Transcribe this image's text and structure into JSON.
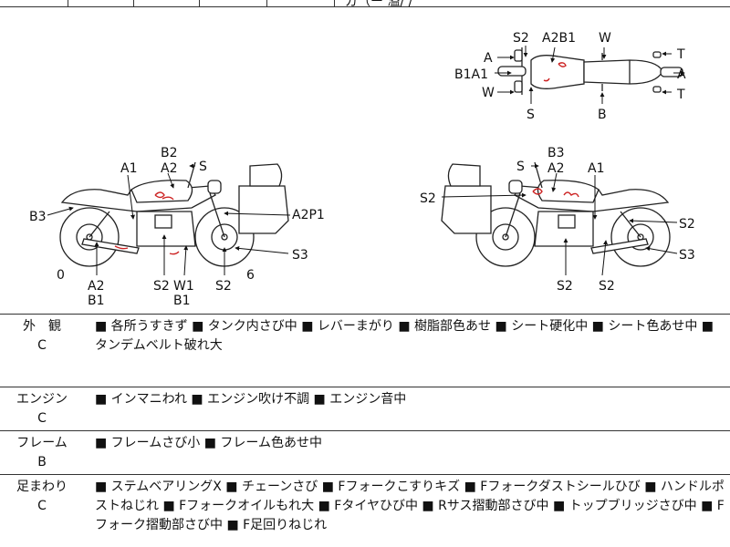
{
  "top_strip": {
    "text": "ガ（ー 溢/ /"
  },
  "diagram": {
    "top_view_labels": [
      "A",
      "S2",
      "A2B1",
      "W",
      "T",
      "B1A1",
      "A",
      "W",
      "T",
      "S",
      "B"
    ],
    "left_view_labels": [
      "B2",
      "A2",
      "S",
      "A1",
      "B3",
      "A2P1",
      "S3",
      "0",
      "6",
      "A2",
      "B1",
      "S2",
      "W1",
      "B1",
      "S2"
    ],
    "right_view_labels": [
      "B3",
      "S",
      "A2",
      "A1",
      "S2",
      "S2",
      "S3",
      "S2",
      "S2"
    ]
  },
  "rows": [
    {
      "name": "外　観",
      "grade": "C",
      "text": "■ 各所うすきず ■ タンク内さび中 ■ レバーまがり ■ 樹脂部色あせ ■ シート硬化中 ■ シート色あせ中 ■ タンデムベルト破れ大"
    },
    {
      "name": "エンジン",
      "grade": "C",
      "text": "■ インマニわれ ■ エンジン吹け不調 ■ エンジン音中"
    },
    {
      "name": "フレーム",
      "grade": "B",
      "text": "■ フレームさび小 ■ フレーム色あせ中"
    },
    {
      "name": "足まわり",
      "grade": "C",
      "text": "■ ステムベアリングX ■ チェーンさび ■ Fフォークこすりキズ ■ Fフォークダストシールひび ■ ハンドルポストねじれ ■ Fフォークオイルもれ大 ■ Fタイヤひび中 ■ Rサス摺動部さび中 ■ トップブリッジさび中 ■ Fフォーク摺動部さび中 ■ F足回りねじれ"
    }
  ]
}
